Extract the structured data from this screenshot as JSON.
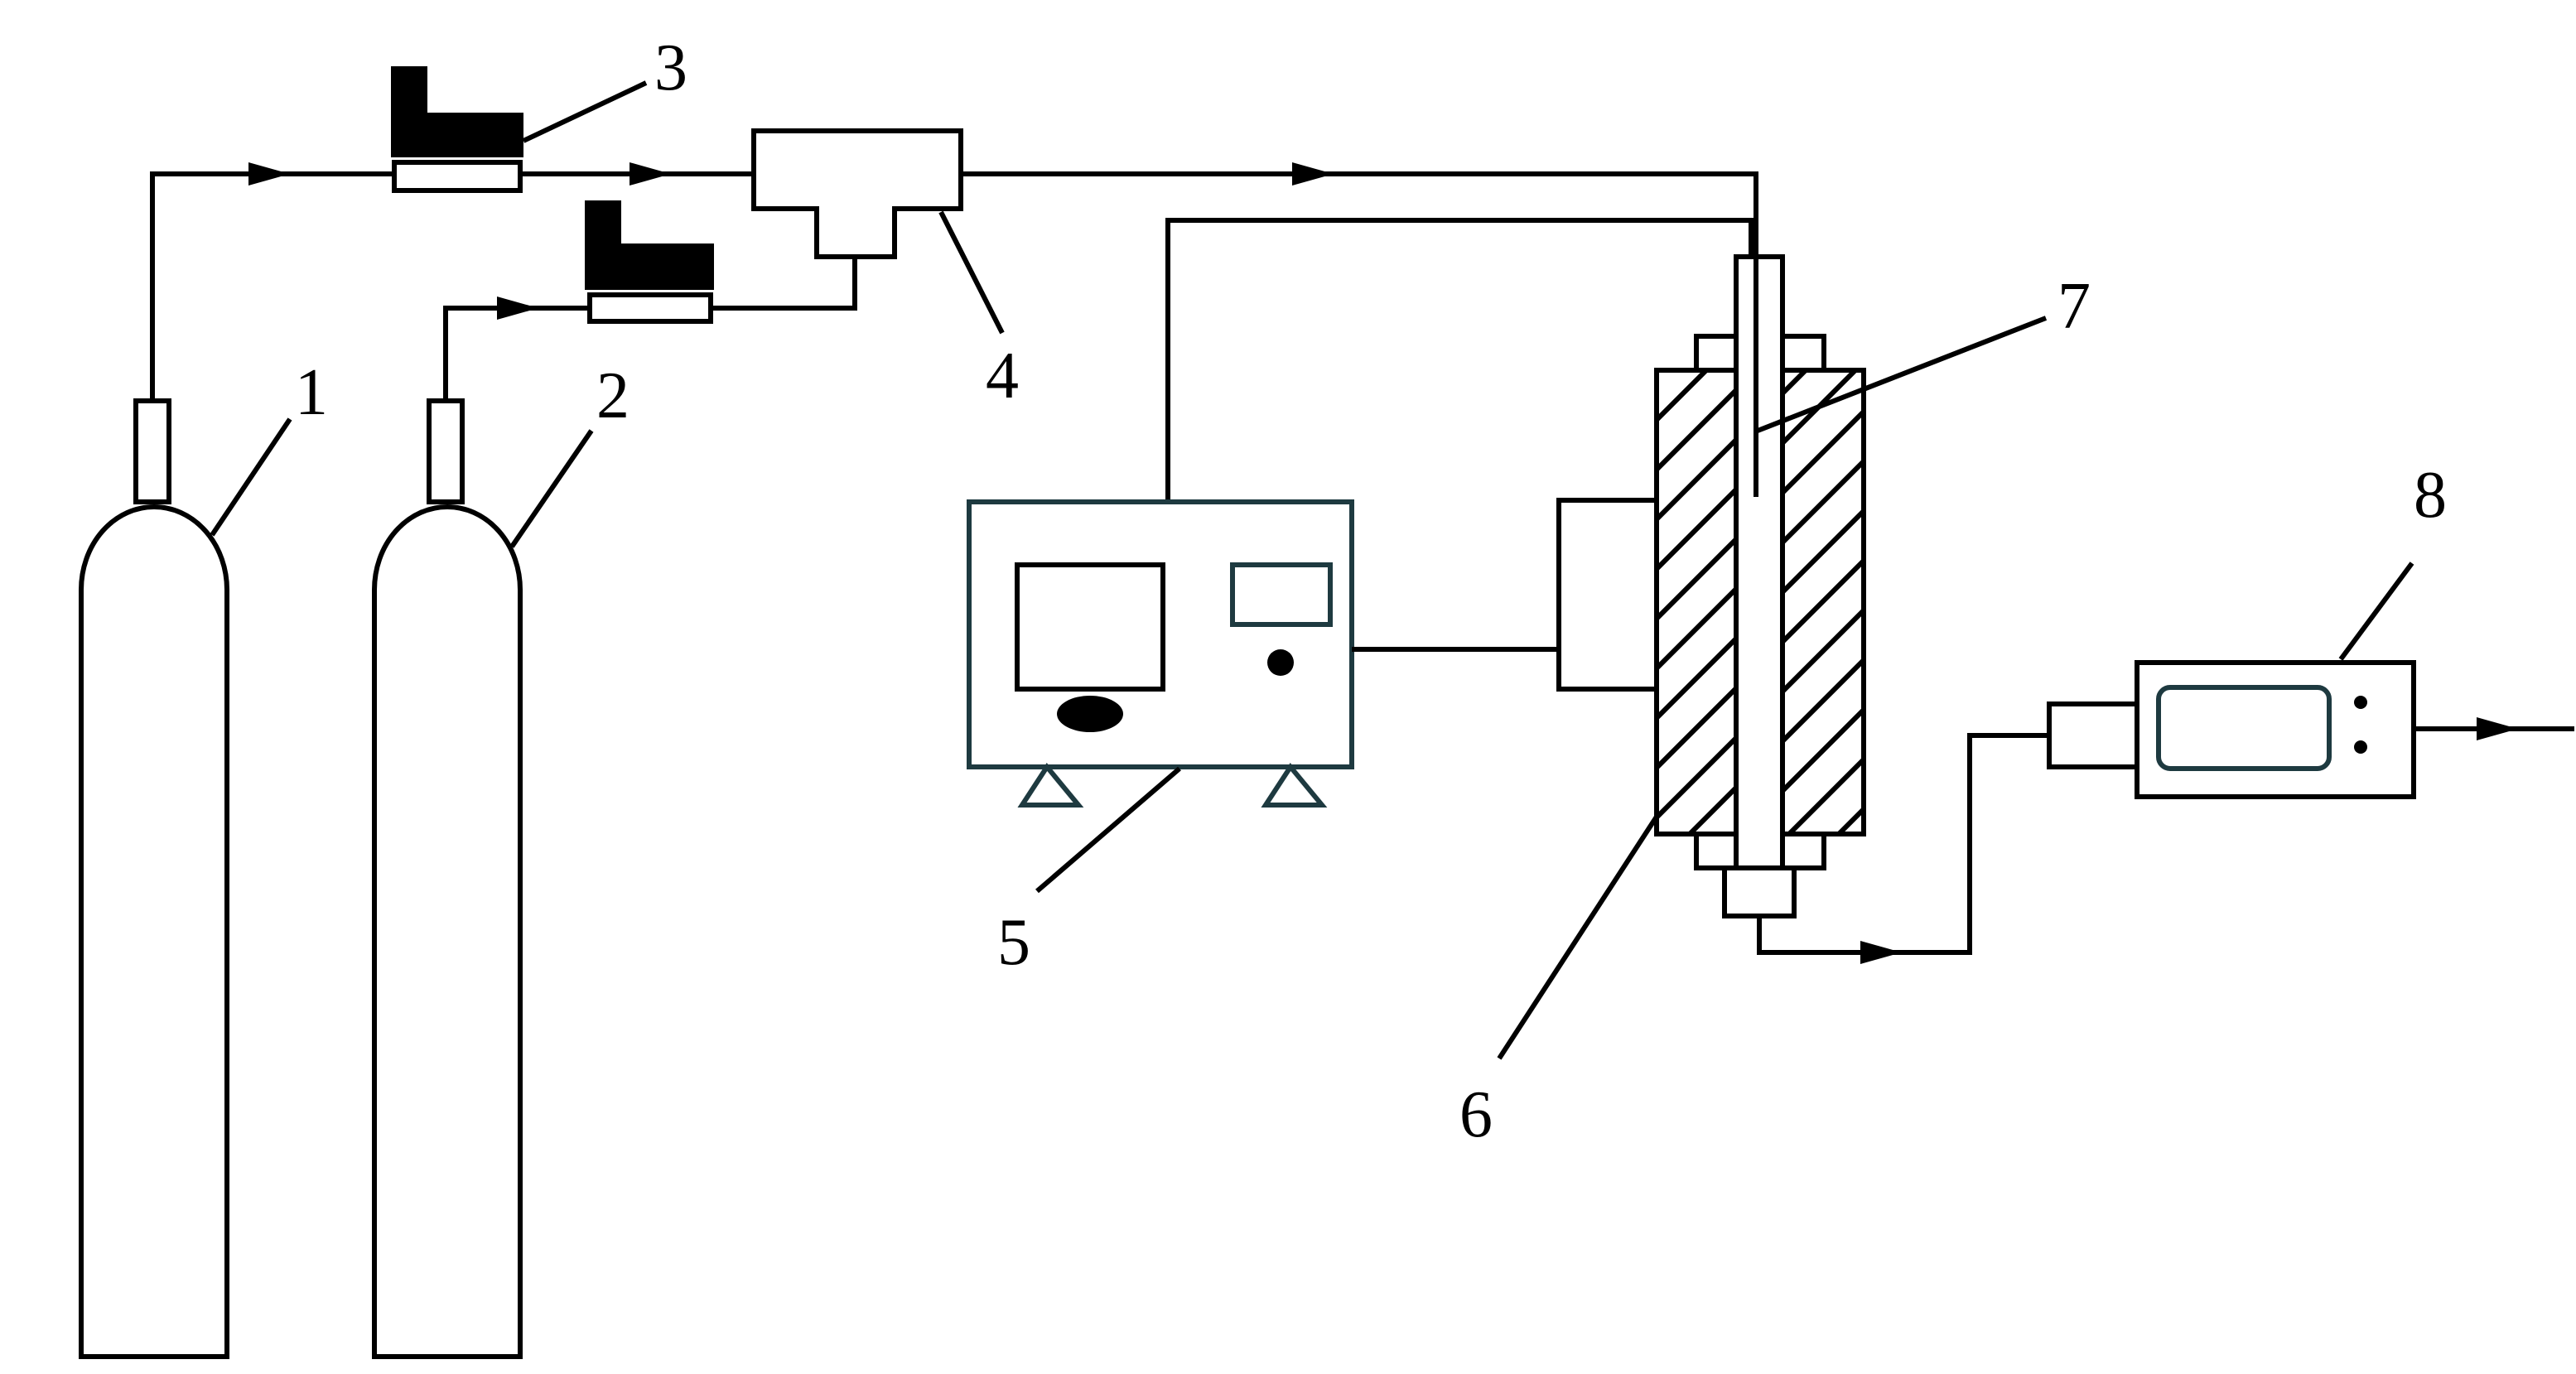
{
  "diagram": {
    "labels": {
      "n1": "1",
      "n2": "2",
      "n3": "3",
      "n4": "4",
      "n5": "5",
      "n6": "6",
      "n7": "7",
      "n8": "8"
    },
    "colors": {
      "line": "#000000",
      "background": "#ffffff",
      "instrument_outline": "#1e3a40"
    },
    "components": [
      "gas-cylinder-1",
      "gas-cylinder-2",
      "mass-flow-controller-3",
      "mixer-4",
      "temperature-controller-5",
      "tube-furnace-6",
      "thermocouple-7",
      "flow-meter-8"
    ]
  }
}
